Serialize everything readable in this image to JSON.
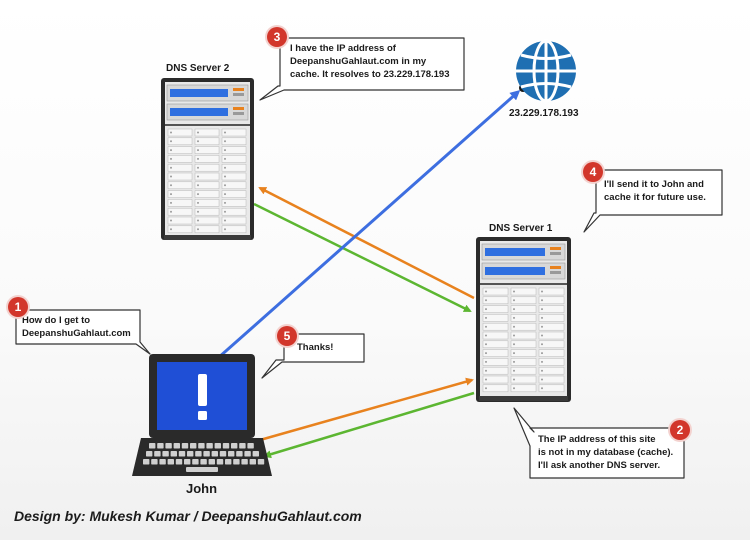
{
  "nodes": {
    "dns_server_2": "DNS Server 2",
    "dns_server_1": "DNS Server 1",
    "client": "John",
    "website_ip": "23.229.178.193"
  },
  "steps": [
    {
      "number": "1",
      "text": "How do I get to\nDeepanshuGahlaut.com"
    },
    {
      "number": "2",
      "text": "The IP address of this site\nis not in my database (cache).\nI'll ask another DNS server."
    },
    {
      "number": "3",
      "text": "I have the IP address of\nDeepanshuGahlaut.com in my\ncache. It resolves to 23.229.178.193"
    },
    {
      "number": "4",
      "text": "I'll send it to John and\ncache it for future use."
    },
    {
      "number": "5",
      "text": "Thanks!"
    }
  ],
  "credit": "Design by: Mukesh Kumar / DeepanshuGahlaut.com",
  "colors": {
    "request_arrow": "#e8821e",
    "response_arrow": "#5cb631",
    "website_arrow": "#3d6ee0",
    "badge": "#d2362b",
    "globe": "#1f6fb2",
    "server_body": "#e9e9e9",
    "laptop_screen": "#1f4fd6"
  }
}
